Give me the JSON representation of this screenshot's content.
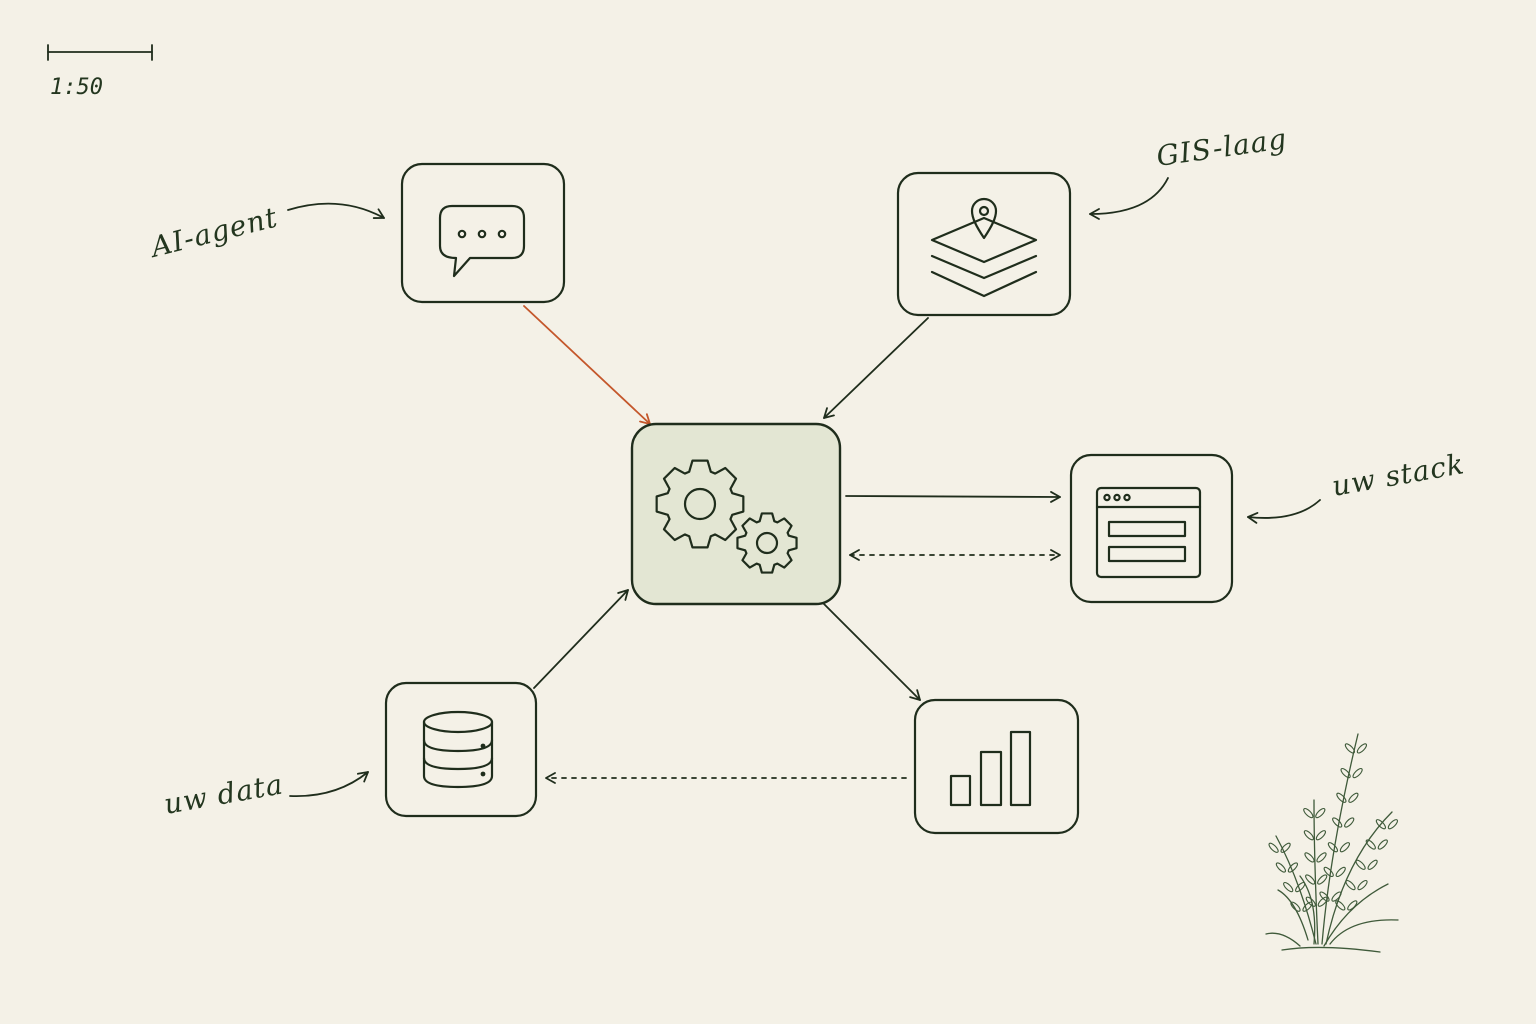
{
  "scale": {
    "label": "1:50"
  },
  "labels": {
    "ai_agent": "AI-agent",
    "gis_layer": "GIS-laag",
    "your_stack": "uw stack",
    "your_data": "uw data"
  },
  "nodes": [
    {
      "id": "ai-agent",
      "icon": "chat-bubble-icon"
    },
    {
      "id": "gis-layer",
      "icon": "map-layers-pin-icon"
    },
    {
      "id": "hub",
      "icon": "gears-icon"
    },
    {
      "id": "your-stack",
      "icon": "browser-window-icon"
    },
    {
      "id": "your-data",
      "icon": "database-icon"
    },
    {
      "id": "analytics",
      "icon": "bar-chart-icon"
    }
  ],
  "edges": [
    {
      "from": "ai-agent",
      "to": "hub",
      "style": "solid",
      "color": "#c4572b"
    },
    {
      "from": "gis-layer",
      "to": "hub",
      "style": "solid",
      "color": "#1f2d1c"
    },
    {
      "from": "hub",
      "to": "your-stack",
      "style": "solid",
      "color": "#1f2d1c"
    },
    {
      "from": "your-stack",
      "to": "hub",
      "style": "dotted",
      "bidirectional": true,
      "color": "#1f2d1c"
    },
    {
      "from": "your-data",
      "to": "hub",
      "style": "solid",
      "color": "#1f2d1c"
    },
    {
      "from": "hub",
      "to": "analytics",
      "style": "solid",
      "color": "#1f2d1c"
    },
    {
      "from": "analytics",
      "to": "your-data",
      "style": "dotted",
      "color": "#1f2d1c"
    }
  ],
  "colors": {
    "background": "#f4f1e7",
    "ink": "#1f2d1c",
    "hub_fill": "#e3e6d3",
    "accent": "#c4572b",
    "plant": "#3f5a3a"
  },
  "decoration": {
    "plant": "grass-sprig-icon"
  }
}
